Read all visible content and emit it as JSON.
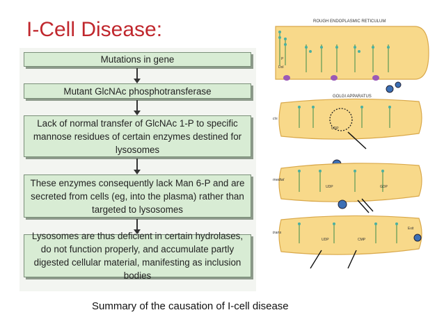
{
  "title": "I-Cell Disease:",
  "flowchart": {
    "steps": [
      "Mutations in gene",
      "Mutant GlcNAc phosphotransferase",
      "Lack of normal transfer of GlcNAc 1-P to specific mannose residues of certain enzymes destined for lysosomes",
      "These enzymes consequently lack Man 6-P and are secreted from cells (eg, into the plasma) rather than targeted to lysosomes",
      "Lysosomes are thus deficient in certain hydrolases, do not function properly, and accumulate partly digested cellular material, manifesting as inclusion bodies"
    ]
  },
  "figure": {
    "rer_label": "ROUGH ENDOPLASMIC RETICULUM",
    "golgi_label": "GOLGI APPARATUS",
    "cis_label": "cis",
    "medial_label": "medial",
    "trans_label": "trans",
    "exit_label": "Exit",
    "dol_label": "Dol",
    "p_label": "P",
    "udp_label": "UDP",
    "cmp_label": "CMP",
    "gdp_label": "GDP"
  },
  "caption": "Summary of the causation of I-cell disease",
  "colors": {
    "title": "#c0272d",
    "box_fill": "#d8ecd4",
    "membrane": "#f8d98a",
    "membrane_edge": "#d9a84a"
  }
}
